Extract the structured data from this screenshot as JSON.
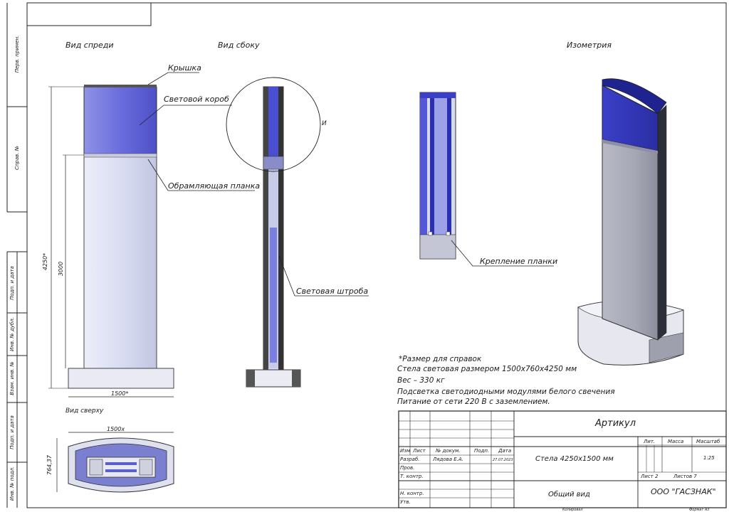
{
  "views": {
    "front": "Вид спреди",
    "side": "Вид сбоку",
    "iso": "Изометрия",
    "top": "Вид сверху"
  },
  "callouts": {
    "cap": "Крышка",
    "lightbox": "Световой короб",
    "frame_strip": "Обрамляющая планка",
    "light_groove": "Световая штроба",
    "strip_mount": "Крепление планки",
    "detail_letter": "И"
  },
  "dimensions": {
    "height_total": "4250*",
    "height_body": "3000",
    "width": "1500*",
    "top_width": "1500х",
    "top_depth": "764,37"
  },
  "notes": [
    "*Размер для справок",
    "Стела световая размером 1500х760х4250 мм",
    "Вес –   330 кг",
    "Подсветка светодиодными модулями белого свечения",
    "Питание от сети 220 В с заземлением."
  ],
  "side_strip": [
    "Перв. примен.",
    "Справ. №",
    "Подп. и дата",
    "Инв. № дубл.",
    "Взам. инв. №",
    "Подп. и дата",
    "Инв. № подл."
  ],
  "title_block": {
    "article": "Артикул",
    "name": "Стела 4250х1500 мм",
    "view": "Общий вид",
    "company": "ООО \"ГАСЗНАК\"",
    "col_izm": "Изм",
    "col_list": "Лист",
    "col_doc": "№ докум.",
    "col_sign": "Подп.",
    "col_date": "Дата",
    "row_razrab": "Разраб.",
    "row_prov": "Пров.",
    "row_tkontr": "Т. контр.",
    "row_nkontr": "Н. контр.",
    "row_utv": "Утв.",
    "developer": "Лядова Е.А.",
    "date": "27.07.2023",
    "lit": "Лит.",
    "mass": "Масса",
    "scale_label": "Масштаб",
    "scale": "1:25",
    "sheet": "Лист 2",
    "sheets": "Листов 7",
    "copied": "Копировал",
    "format": "Формат А3"
  }
}
